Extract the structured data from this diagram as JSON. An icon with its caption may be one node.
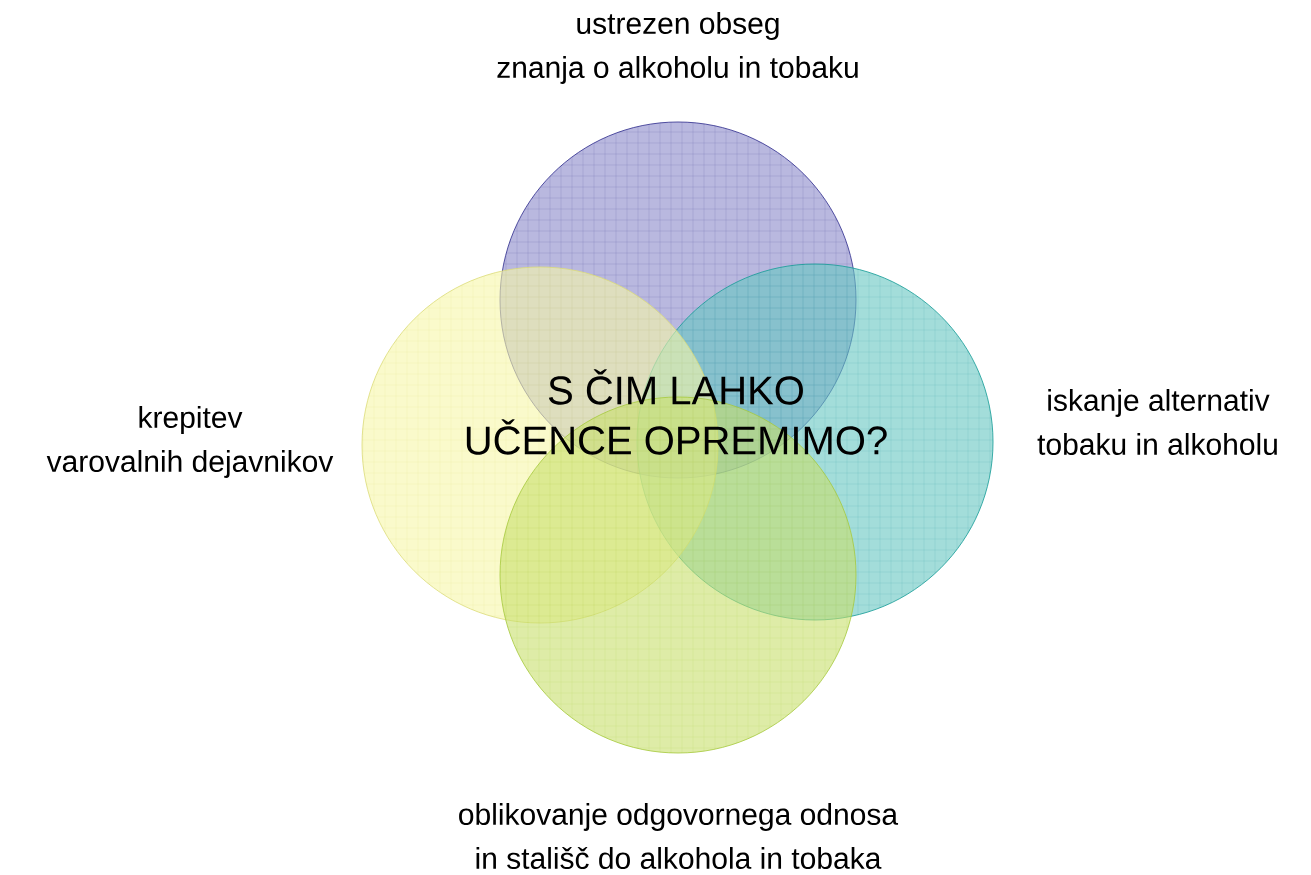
{
  "diagram": {
    "nodes": [
      {
        "text": [
          "ustrezen obseg znanja o alkoholu in tobaku"
        ]
      },
      {
        "text": [
          "krepitev varovalnih dejavnikov"
        ]
      },
      {
        "text": [
          "iskanje alternativ tobaku in alkoholu"
        ]
      },
      {
        "text": [
          "oblikovanje odgovornega odnosa in stališč do alkohola in tobaka"
        ]
      }
    ],
    "labels": [
      "S ČIM LAHKO UČENCE OPREMIMO?"
    ]
  }
}
